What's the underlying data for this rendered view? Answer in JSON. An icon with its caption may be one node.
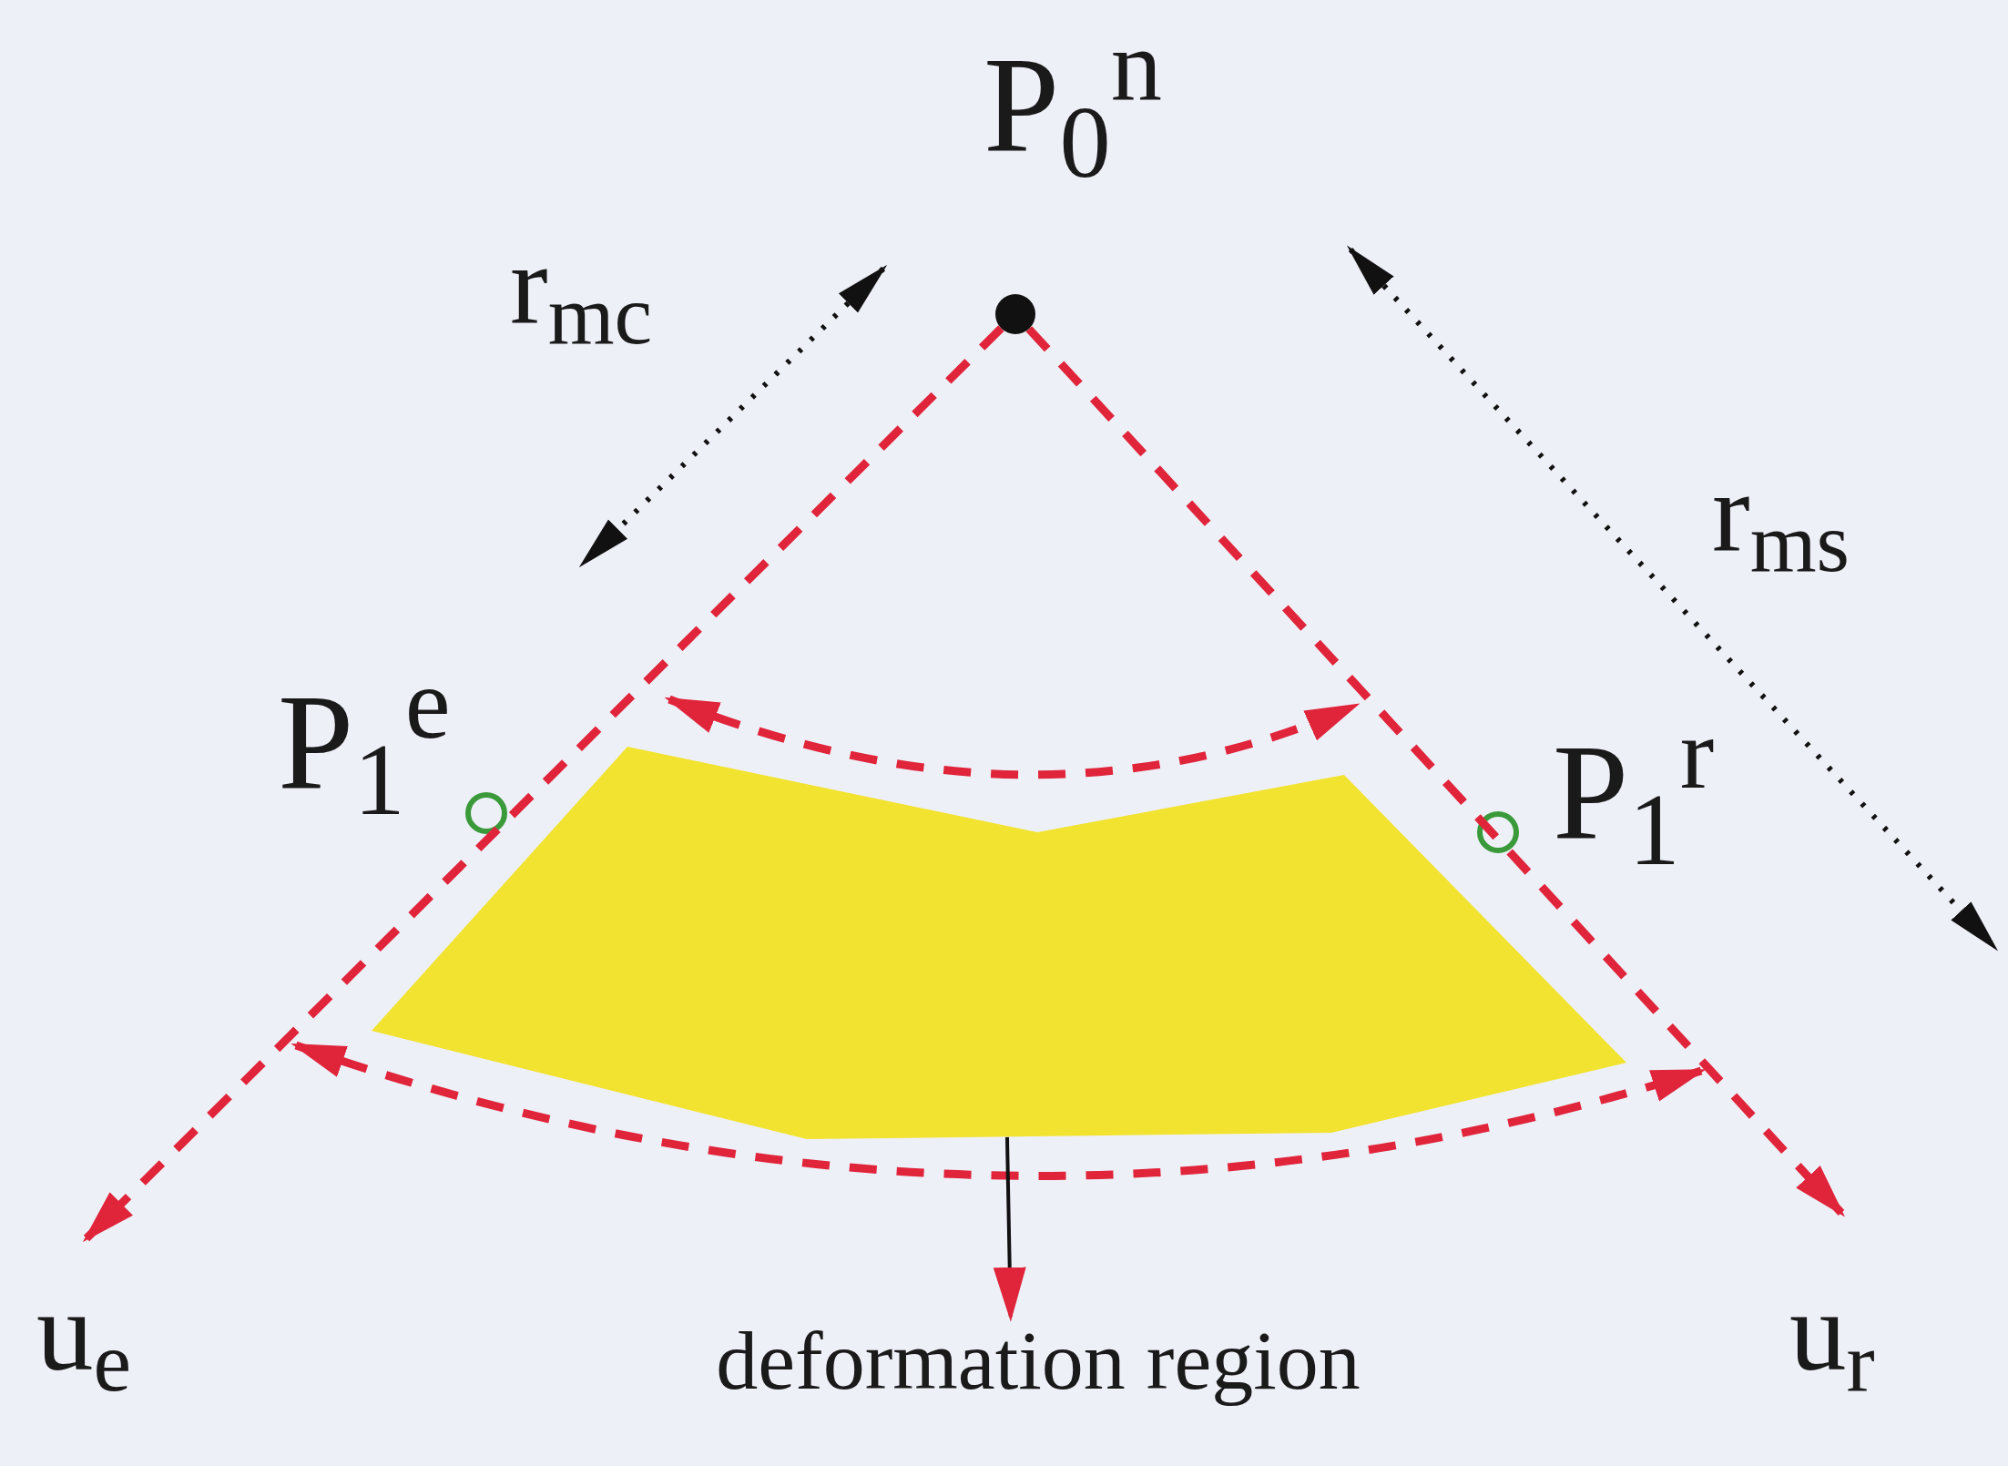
{
  "diagram": {
    "nodes": [
      {
        "text": [],
        "shape": "polygon"
      },
      {
        "text": [
          "deformation region"
        ]
      },
      {
        "text": [],
        "shape": "circle"
      }
    ],
    "edges": [
      {
        "from": 0,
        "to": 1,
        "arrow": "to",
        "color": "#111111"
      },
      {
        "from": 2,
        "to": null,
        "arrow": "to",
        "style": "dashed",
        "color": "#e0243a"
      },
      {
        "from": 2,
        "to": null,
        "arrow": "to",
        "style": "dashed",
        "color": "#e0243a"
      }
    ],
    "labels": [
      "P$_{0}$$^{n}$",
      "r$_{mc}$",
      "r$_{ms}$",
      "P$_{1}$$^{e}$",
      "P$_{1}$$^{r}$",
      "u$_{e}$",
      "u$_{r}$"
    ]
  }
}
